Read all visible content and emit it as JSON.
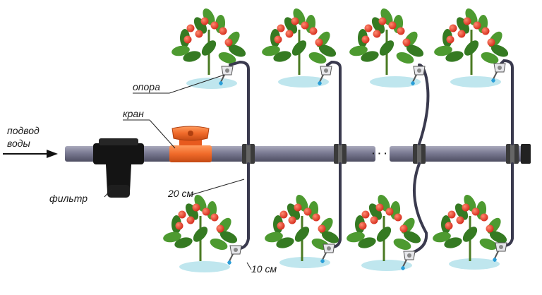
{
  "labels": {
    "inlet_line1": "подвод",
    "inlet_line2": "воды",
    "filter": "фильтр",
    "valve": "кран",
    "support": "опора",
    "spacing_main": "20 см",
    "spacing_dripper": "10 см",
    "ellipsis": "· · ·"
  },
  "colors": {
    "pipe": "#6e6e86",
    "pipe_light": "#a9a9bc",
    "filter": "#141414",
    "valve": "#f06a2a",
    "leaf": "#3f8f2a",
    "tomato": "#e8402a",
    "water": "#bfe6ee",
    "dripper": "#e6e6ea"
  },
  "icons": [
    "arrow-icon",
    "filter-icon",
    "valve-icon",
    "plant-icon",
    "dripper-icon"
  ]
}
